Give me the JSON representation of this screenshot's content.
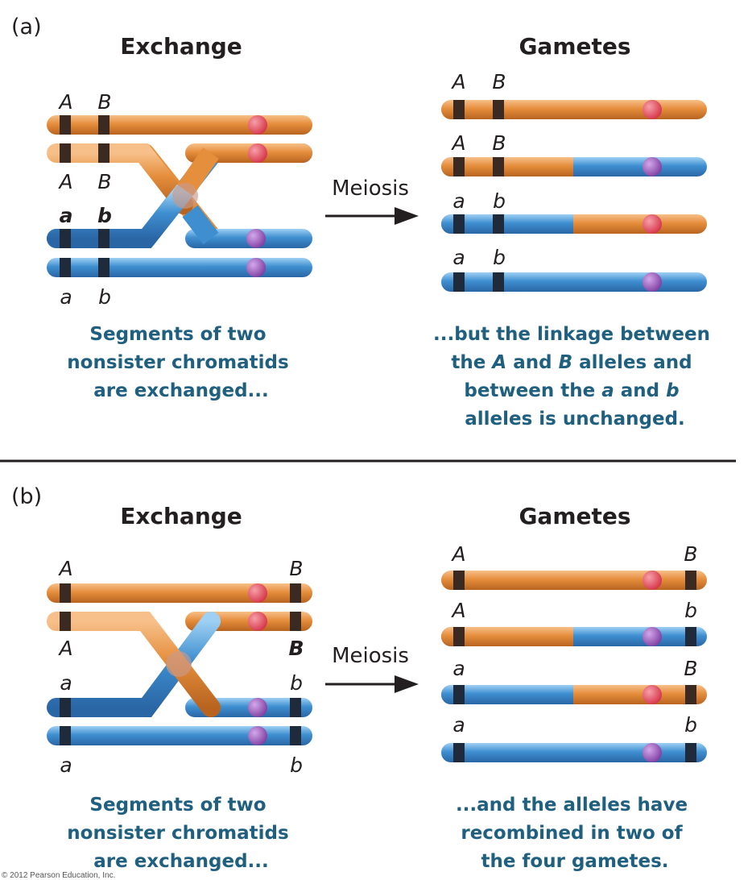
{
  "colors": {
    "orange": "#e08a3a",
    "orange_light": "#f5b878",
    "blue": "#3f8fd0",
    "blue_light": "#8ec6ef",
    "centromere_red": "#e0485a",
    "centromere_purple": "#9a5ab8",
    "band": "#3a2a22",
    "caption": "#1f5f7f",
    "text": "#231f20",
    "divider": "#231f20"
  },
  "panel_a": {
    "label": "(a)",
    "left_heading": "Exchange",
    "right_heading": "Gametes",
    "arrow_label": "Meiosis",
    "exchange_labels": {
      "top": [
        "A",
        "B"
      ],
      "mid_upper": [
        "A",
        "B"
      ],
      "mid_lower": [
        "a",
        "b"
      ],
      "bottom": [
        "a",
        "b"
      ]
    },
    "gamete_labels": [
      [
        "A",
        "B"
      ],
      [
        "A",
        "B"
      ],
      [
        "a",
        "b"
      ],
      [
        "a",
        "b"
      ]
    ],
    "left_caption": [
      "Segments of two",
      "nonsister chromatids",
      "are exchanged..."
    ],
    "right_caption": [
      "...but the linkage between",
      [
        "the ",
        "A",
        " and ",
        "B",
        " alleles and"
      ],
      [
        "between the ",
        "a",
        " and ",
        "b"
      ],
      "alleles is unchanged."
    ]
  },
  "panel_b": {
    "label": "(b)",
    "left_heading": "Exchange",
    "right_heading": "Gametes",
    "arrow_label": "Meiosis",
    "exchange_labels": {
      "top": [
        "A",
        "B"
      ],
      "mid_upper": [
        "A",
        "B"
      ],
      "mid_lower": [
        "a",
        "b"
      ],
      "bottom": [
        "a",
        "b"
      ]
    },
    "gamete_labels": [
      [
        "A",
        "B"
      ],
      [
        "A",
        "b"
      ],
      [
        "a",
        "B"
      ],
      [
        "a",
        "b"
      ]
    ],
    "left_caption": [
      "Segments of two",
      "nonsister chromatids",
      "are exchanged..."
    ],
    "right_caption": [
      "...and the alleles have",
      "recombined in two of",
      "the four gametes."
    ]
  },
  "copyright": "© 2012 Pearson Education, Inc."
}
